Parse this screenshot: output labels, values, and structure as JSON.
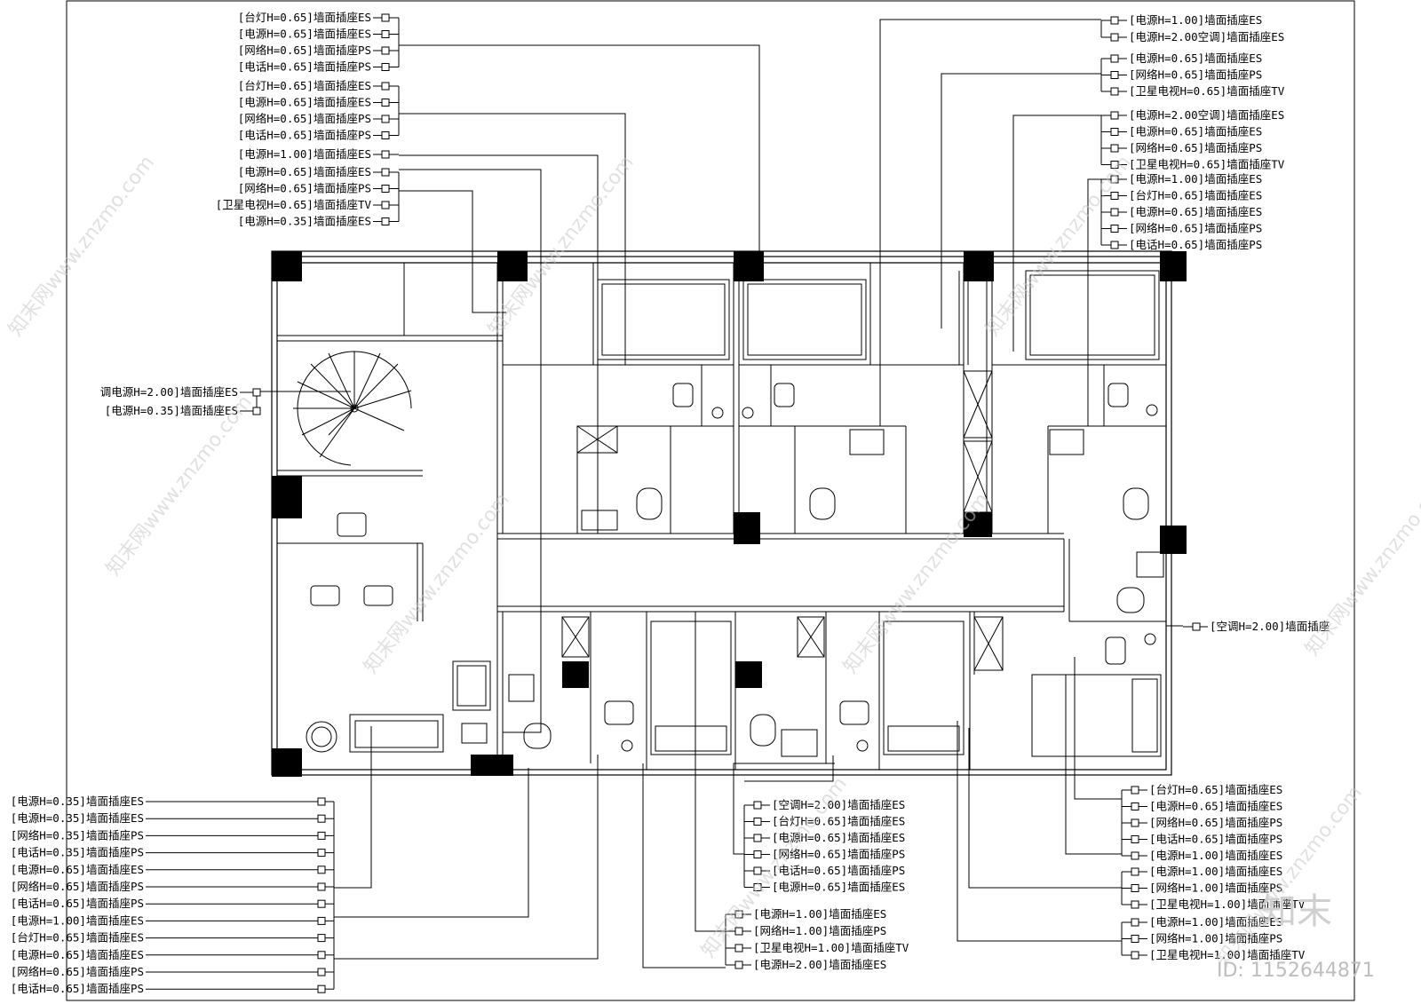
{
  "watermark": {
    "text": "知末网www.znzmo.com",
    "brand": "知末",
    "id": "ID: 1152644871"
  },
  "callouts": {
    "top_left_a": [
      "[台灯H=0.65]墙面插座ES",
      "[电源H=0.65]墙面插座ES",
      "[网络H=0.65]墙面插座PS",
      "[电话H=0.65]墙面插座PS"
    ],
    "top_left_b": [
      "[台灯H=0.65]墙面插座ES",
      "[电源H=0.65]墙面插座ES",
      "[网络H=0.65]墙面插座PS",
      "[电话H=0.65]墙面插座PS"
    ],
    "top_left_c": [
      "[电源H=1.00]墙面插座ES"
    ],
    "top_left_d": [
      "[电源H=0.65]墙面插座ES",
      "[网络H=0.65]墙面插座PS",
      "[卫星电视H=0.65]墙面插座TV",
      "[电源H=0.35]墙面插座ES"
    ],
    "left_mid": [
      "调电源H=2.00]墙面插座ES",
      "[电源H=0.35]墙面插座ES"
    ],
    "top_right_a": [
      "[电源H=1.00]墙面插座ES",
      "[电源H=2.00空调]墙面插座ES"
    ],
    "top_right_b": [
      "[电源H=0.65]墙面插座ES",
      "[网络H=0.65]墙面插座PS",
      "[卫星电视H=0.65]墙面插座TV"
    ],
    "top_right_c": [
      "[电源H=2.00空调]墙面插座ES",
      "[电源H=0.65]墙面插座ES",
      "[网络H=0.65]墙面插座PS",
      "[卫星电视H=0.65]墙面插座TV"
    ],
    "top_right_d": [
      "[电源H=1.00]墙面插座ES",
      "[台灯H=0.65]墙面插座ES",
      "[电源H=0.65]墙面插座ES",
      "[网络H=0.65]墙面插座PS",
      "[电话H=0.65]墙面插座PS"
    ],
    "right_mid": [
      "[空调H=2.00]墙面插座"
    ],
    "bottom_left": [
      "[电源H=0.35]墙面插座ES",
      "[电源H=0.35]墙面插座ES",
      "[网络H=0.35]墙面插座PS",
      "[电话H=0.35]墙面插座PS",
      "[电源H=0.65]墙面插座ES",
      "[网络H=0.65]墙面插座PS",
      "[电话H=0.65]墙面插座PS",
      "[电源H=1.00]墙面插座ES",
      "[台灯H=0.65]墙面插座ES",
      "[电源H=0.65]墙面插座ES",
      "[网络H=0.65]墙面插座PS",
      "[电话H=0.65]墙面插座PS"
    ],
    "bottom_mid_a": [
      "[空调H=2.00]墙面插座ES",
      "[台灯H=0.65]墙面插座ES",
      "[电源H=0.65]墙面插座ES",
      "[网络H=0.65]墙面插座PS",
      "[电话H=0.65]墙面插座PS",
      "[电源H=0.65]墙面插座ES"
    ],
    "bottom_mid_b": [
      "[电源H=1.00]墙面插座ES",
      "[网络H=1.00]墙面插座PS",
      "[卫星电视H=1.00]墙面插座TV",
      "[电源H=2.00]墙面插座ES"
    ],
    "bottom_right_a": [
      "[台灯H=0.65]墙面插座ES",
      "[电源H=0.65]墙面插座ES",
      "[网络H=0.65]墙面插座PS",
      "[电话H=0.65]墙面插座PS",
      "[电源H=1.00]墙面插座ES"
    ],
    "bottom_right_b": [
      "[电源H=1.00]墙面插座ES",
      "[网络H=1.00]墙面插座PS",
      "[卫星电视H=1.00]墙面插座TV"
    ],
    "bottom_right_c": [
      "[电源H=1.00]墙面插座ES",
      "[网络H=1.00]墙面插座PS",
      "[卫星电视H=1.00]墙面插座TV"
    ]
  }
}
